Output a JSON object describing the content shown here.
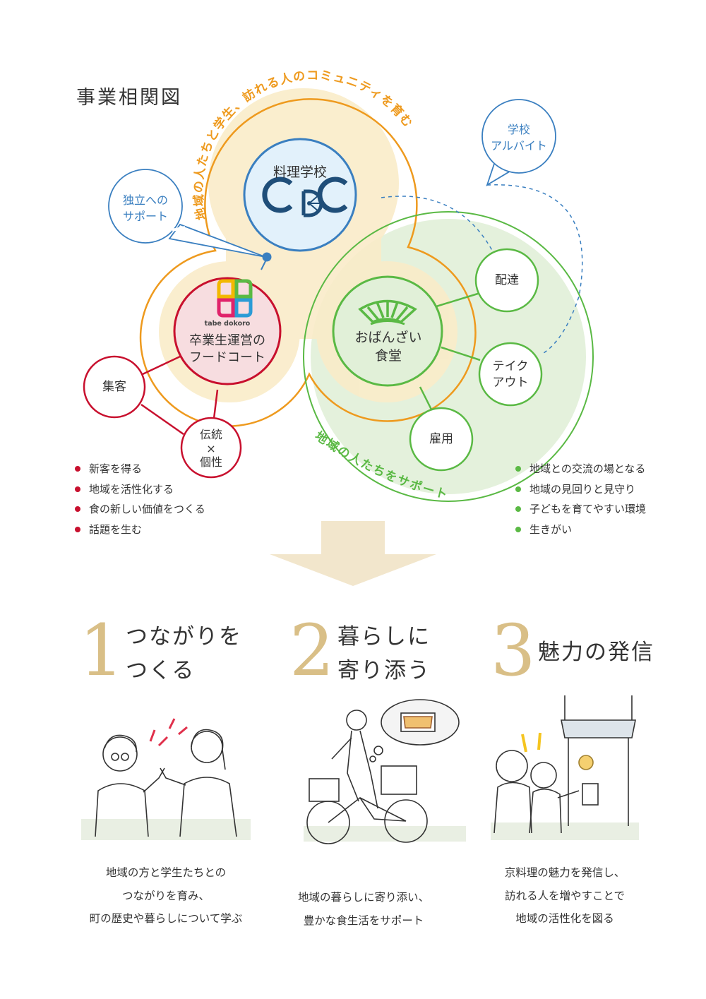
{
  "title": "事業相関図",
  "arc_texts": {
    "community": "地域の人たちと学生、訪れる人のコミュニティを育む",
    "support": "地域の人たちをサポート"
  },
  "nodes": {
    "school": {
      "title": "料理学校",
      "logo": "CDC"
    },
    "foodcourt": {
      "logo_text": "tabe dokoro",
      "line1": "卒業生運営の",
      "line2": "フードコート"
    },
    "obanzai": {
      "line1": "おばんざい",
      "line2": "食堂"
    },
    "shukyaku": "集客",
    "dento": {
      "line1": "伝統",
      "line2": "×",
      "line3": "個性"
    },
    "haitatsu": "配達",
    "takeout": {
      "line1": "テイク",
      "line2": "アウト"
    },
    "koyo": "雇用"
  },
  "bubbles": {
    "independence": {
      "line1": "独立への",
      "line2": "サポート"
    },
    "school_job": {
      "line1": "学校",
      "line2": "アルバイト"
    }
  },
  "bullets_left": [
    "新客を得る",
    "地域を活性化する",
    "食の新しい価値をつくる",
    "話題を生む"
  ],
  "bullets_right": [
    "地域との交流の場となる",
    "地域の見回りと見守り",
    "子どもを育てやすい環境",
    "生きがい"
  ],
  "items": [
    {
      "number": "1",
      "heading_line1": "つながりを",
      "heading_line2": "つくる",
      "illustration": "two-people-chatting-illustration",
      "desc": [
        "地域の方と学生たちとの",
        "つながりを育み、",
        "町の歴史や暮らしについて学ぶ"
      ]
    },
    {
      "number": "2",
      "heading_line1": "暮らしに",
      "heading_line2": "寄り添う",
      "illustration": "delivery-bicycle-illustration",
      "desc": [
        "地域の暮らしに寄り添い、",
        "豊かな食生活をサポート"
      ]
    },
    {
      "number": "3",
      "heading_line1": "魅力の発信",
      "heading_line2": "",
      "illustration": "visitors-at-shop-illustration",
      "desc": [
        "京料理の魅力を発信し、",
        "訪れる人を増やすことで",
        "地域の活性化を図る"
      ]
    }
  ],
  "colors": {
    "orange": "#ee9a1e",
    "red": "#c8102e",
    "green": "#5ab944",
    "blue": "#3a7fc0",
    "beige_fill": "#faecc9",
    "green_fill": "#e1f0d8",
    "pink_fill": "#f7dde0",
    "lightblue_fill": "#e2f1fb",
    "arrow": "#f2e6cc",
    "number_gold": "#d9bf87"
  }
}
